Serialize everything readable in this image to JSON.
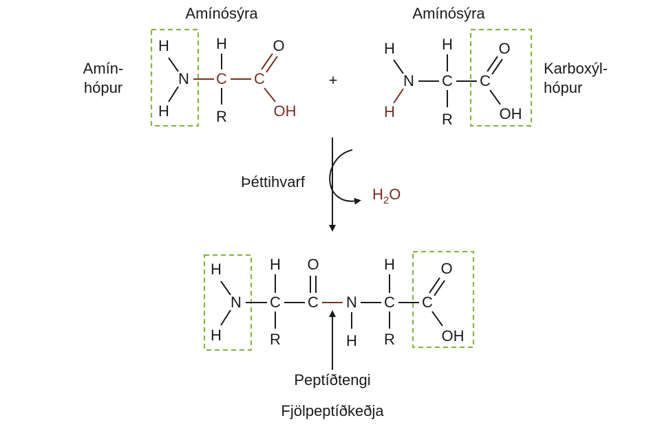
{
  "labels": {
    "amino_acid_1": "Amínósýra",
    "amino_acid_2": "Amínósýra",
    "amine_group_line1": "Amín-",
    "amine_group_line2": "hópur",
    "carboxyl_group_line1": "Karboxýl-",
    "carboxyl_group_line2": "hópur",
    "plus": "+",
    "reaction": "Þéttihvarf",
    "peptide_bond": "Peptíðtengi",
    "polypeptide": "Fjölpeptíðkeðja"
  },
  "atoms": {
    "H": "H",
    "N": "N",
    "C": "C",
    "O": "O",
    "R": "R",
    "OH": "OH"
  },
  "water": {
    "h": "H",
    "sub": "2",
    "o": "O"
  },
  "colors": {
    "text": "#1a1a1a",
    "highlight": "#7a2e1f",
    "box": "#8db43e"
  }
}
